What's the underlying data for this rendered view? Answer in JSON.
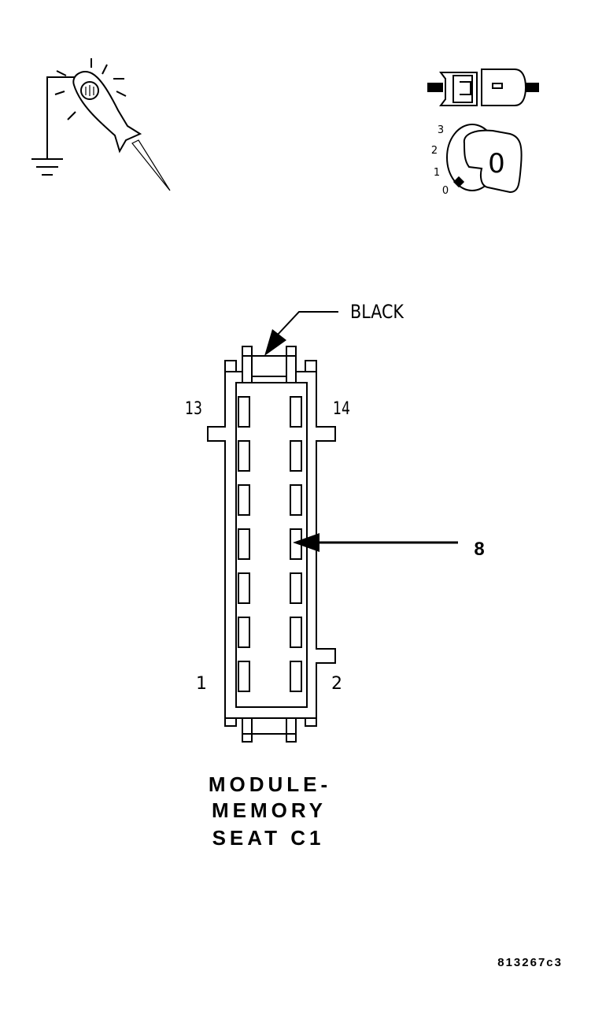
{
  "connector": {
    "color_label": "BLACK",
    "pin_labels": {
      "top_left": "13",
      "top_right": "14",
      "bottom_left": "1",
      "bottom_right": "2"
    },
    "callout_pin": "8",
    "title_lines": [
      "MODULE-",
      "MEMORY",
      "SEAT C1"
    ]
  },
  "ignition": {
    "positions": [
      "3",
      "2",
      "1",
      "0"
    ],
    "key_glyph": "0"
  },
  "figure_id": "813267c3",
  "icons": {
    "test_light": "test-light-icon",
    "ground": "ground-symbol-icon",
    "disconnect": "connector-disconnect-icon",
    "ignition": "ignition-key-icon"
  }
}
